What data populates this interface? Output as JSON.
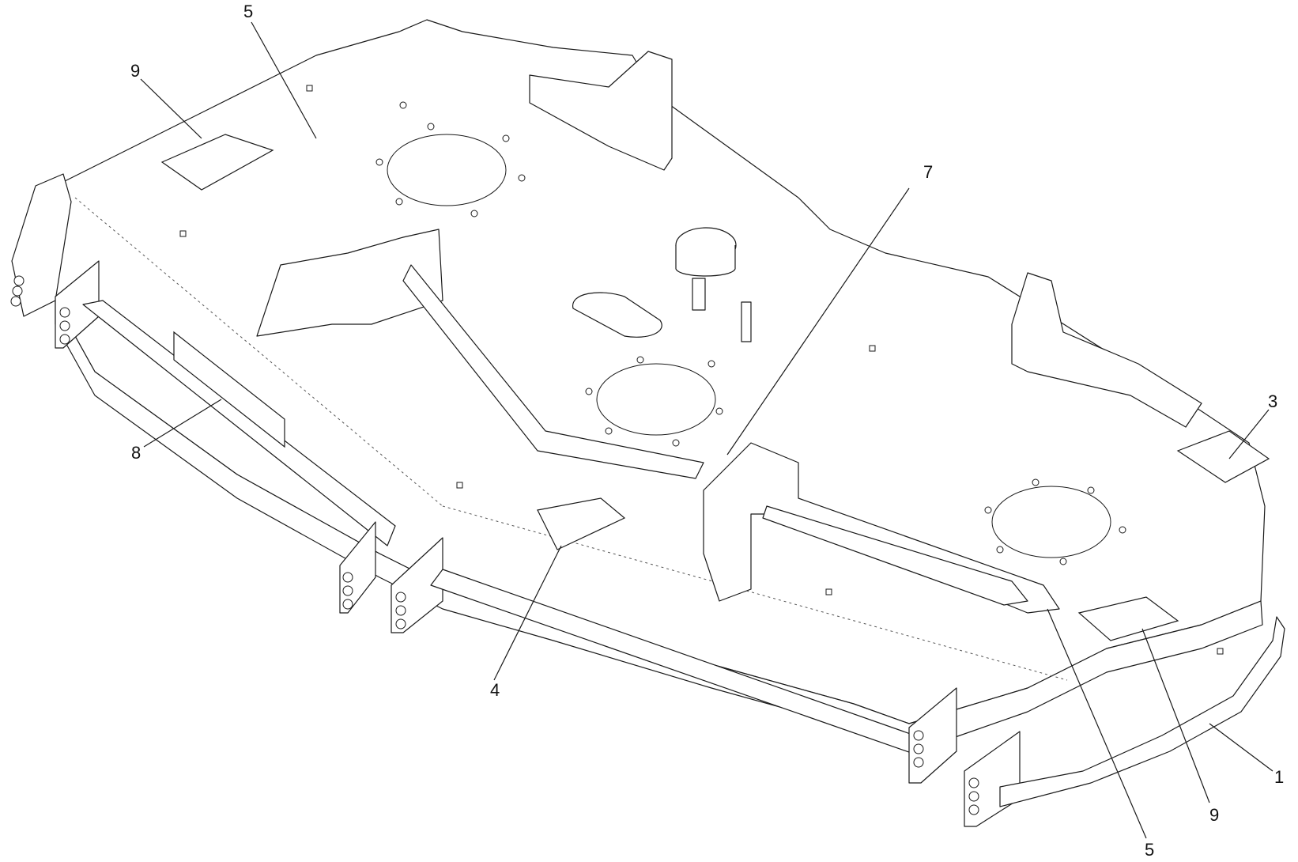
{
  "callouts": [
    {
      "id": "c-5-top",
      "label": "5"
    },
    {
      "id": "c-9-top",
      "label": "9"
    },
    {
      "id": "c-7",
      "label": "7"
    },
    {
      "id": "c-3",
      "label": "3"
    },
    {
      "id": "c-8",
      "label": "8"
    },
    {
      "id": "c-4",
      "label": "4"
    },
    {
      "id": "c-1",
      "label": "1"
    },
    {
      "id": "c-9-bottom",
      "label": "9"
    },
    {
      "id": "c-5-bottom",
      "label": "5"
    }
  ]
}
